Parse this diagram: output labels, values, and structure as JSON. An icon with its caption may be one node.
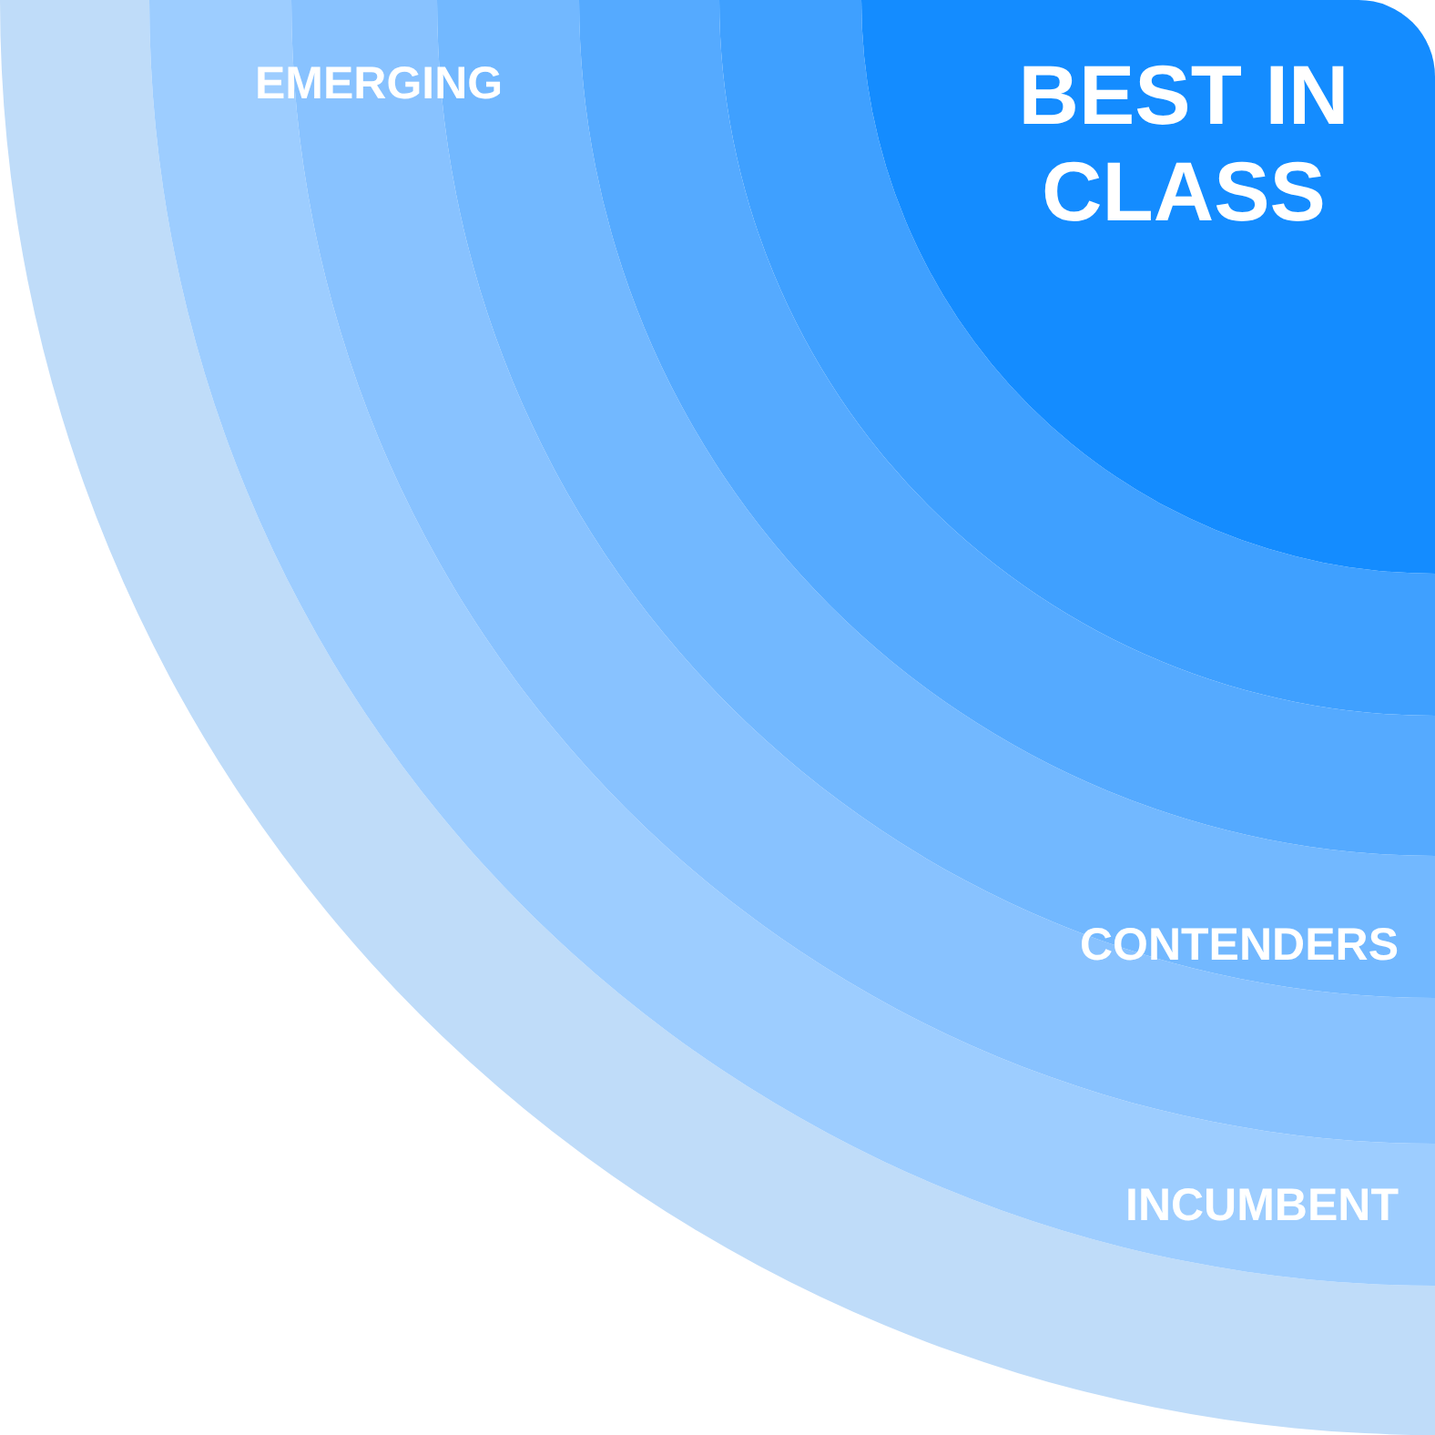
{
  "diagram": {
    "nodes": [
      {
        "text": [
          "BEST IN CLASS"
        ]
      },
      {
        "text": [],
        "shape": "band"
      },
      {
        "text": [],
        "shape": "band"
      },
      {
        "text": [
          "CONTENDERS"
        ]
      },
      {
        "text": [
          "EMERGING"
        ]
      },
      {
        "text": [
          "INCUMBENT"
        ]
      },
      {
        "text": [],
        "shape": "band"
      }
    ]
  }
}
